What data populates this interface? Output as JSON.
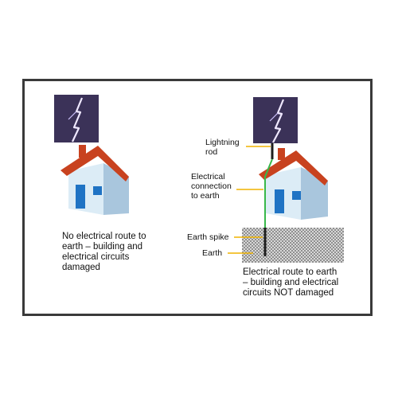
{
  "colors": {
    "roof": "#c8421f",
    "wall_light": "#dcecf6",
    "wall_shade": "#a9c6dd",
    "window_blue": "#1f73c4",
    "sky": "#3b3258",
    "bolt": "#efe8ff",
    "ground": "#b5b5b5",
    "leader": "#f0b400",
    "rod": "#1e1e1e",
    "wire": "#38b84a",
    "frame": "#3a3a3a"
  },
  "icons": {
    "lightning_left": "lightning-icon",
    "lightning_right": "lightning-icon",
    "house_left": "house-icon",
    "house_right": "house-icon"
  },
  "left_panel": {
    "caption": "No electrical route to\nearth – building and\nelectrical circuits\ndamaged"
  },
  "right_panel": {
    "label_rod": "Lightning\nrod",
    "label_connection": "Electrical\nconnection\nto earth",
    "label_spike": "Earth spike",
    "label_earth": "Earth",
    "caption": "Electrical route to earth\n– building and electrical\ncircuits NOT damaged"
  }
}
